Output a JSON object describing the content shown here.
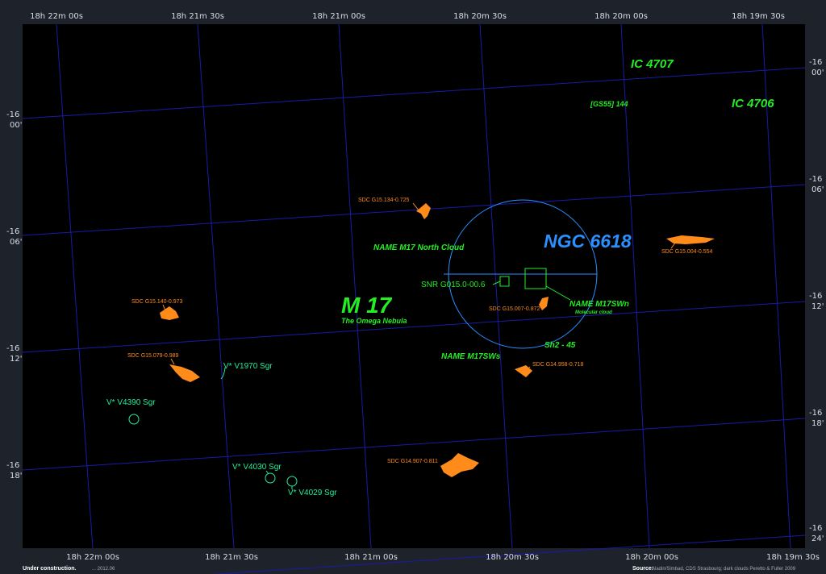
{
  "ra_labels": [
    "18h 22m 00s",
    "18h 21m 30s",
    "18h 21m 00s",
    "18h 20m 30s",
    "18h 20m 00s",
    "18h 19m 30s"
  ],
  "dec_labels": [
    {
      "deg": "-16",
      "min": "00'"
    },
    {
      "deg": "-16",
      "min": "06'"
    },
    {
      "deg": "-16",
      "min": "12'"
    },
    {
      "deg": "-16",
      "min": "18'"
    },
    {
      "deg": "-16",
      "min": "24'"
    }
  ],
  "objects": {
    "ic4707": "IC 4707",
    "ic4706": "IC 4706",
    "gs55": "[GS55] 144",
    "ngc6618": "NGC 6618",
    "m17": "M 17",
    "m17_sub": "The Omega Nebula",
    "north_cloud": "NAME M17 North Cloud",
    "snr": "SNR G015.0-00.6",
    "m17swn": "NAME M17SWn",
    "m17swn_sub": "Molecular cloud",
    "sh2": "Sh2 - 45",
    "m17sws": "NAME M17SWs",
    "sdc1": "SDC G15.134-0.725",
    "sdc2": "SDC G15.004-0.554",
    "sdc3": "SDC G15.140-0.973",
    "sdc4": "SDC G15.079-0.989",
    "sdc5": "SDC G15.007-0.872",
    "sdc6": "SDC G14.958-0.718",
    "sdc7": "SDC G14.907-0.811",
    "v1970": "V* V1970 Sgr",
    "v4390": "V* V4390 Sgr",
    "v4030": "V* V4030 Sgr",
    "v4029": "V* V4029 Sgr"
  },
  "footer": {
    "status": "Under construction.",
    "date": "... 2012.06",
    "source_label": "Source:",
    "source_text": "Aladin/Simbad, CDS Strasbourg; dark clouds Peretto & Fuller 2009"
  },
  "colors": {
    "grid": "#1a1aa8",
    "label_green": "#22ee22",
    "star": "#22ee99",
    "cloud": "#ff8c1a",
    "ngc": "#2a8fff"
  }
}
